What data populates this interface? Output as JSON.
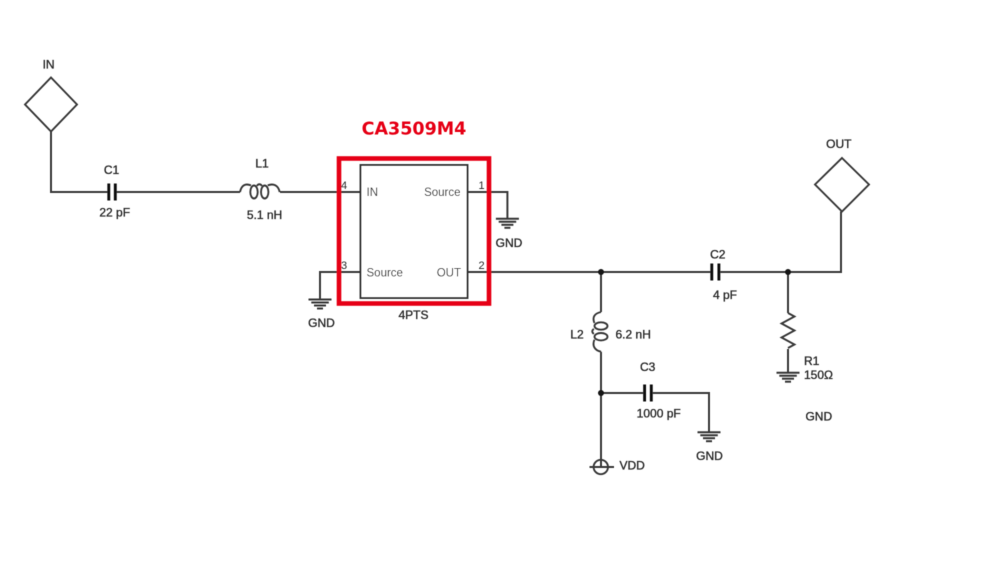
{
  "schematic": {
    "title": "CA3509M4",
    "colors": {
      "accent": "#e60012",
      "wire": "#3a3a3a",
      "text": "#2e2e2e"
    },
    "ports": {
      "input": "IN",
      "output": "OUT",
      "supply": "VDD"
    },
    "ic": {
      "name": "CA3509M4",
      "package_note": "4PTS",
      "pins": [
        {
          "number": "4",
          "name": "IN"
        },
        {
          "number": "1",
          "name": "Source"
        },
        {
          "number": "3",
          "name": "Source"
        },
        {
          "number": "2",
          "name": "OUT"
        }
      ]
    },
    "components": [
      {
        "ref": "C1",
        "type": "capacitor",
        "value": "22 pF"
      },
      {
        "ref": "L1",
        "type": "inductor",
        "value": "5.1 nH"
      },
      {
        "ref": "C2",
        "type": "capacitor",
        "value": "4 pF"
      },
      {
        "ref": "L2",
        "type": "inductor",
        "value": "6.2 nH"
      },
      {
        "ref": "C3",
        "type": "capacitor",
        "value": "1000 pF"
      },
      {
        "ref": "R1",
        "type": "resistor",
        "value": "150Ω"
      }
    ],
    "net_labels": {
      "ground": "GND"
    }
  }
}
